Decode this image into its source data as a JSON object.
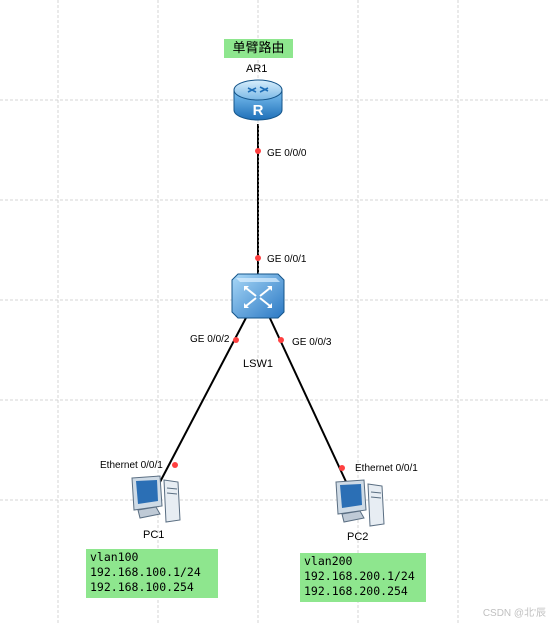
{
  "title": "单臂路由",
  "router": {
    "name": "AR1",
    "port": "GE 0/0/0"
  },
  "switch": {
    "name": "LSW1",
    "uplink_port": "GE 0/0/1",
    "left_port": "GE 0/0/2",
    "right_port": "GE 0/0/3"
  },
  "pc1": {
    "name": "PC1",
    "port": "Ethernet 0/0/1",
    "note": [
      "vlan100",
      "192.168.100.1/24",
      "192.168.100.254"
    ]
  },
  "pc2": {
    "name": "PC2",
    "port": "Ethernet 0/0/1",
    "note": [
      "vlan200",
      "192.168.200.1/24",
      "192.168.200.254"
    ]
  },
  "watermark": "CSDN @北'辰",
  "colors": {
    "note_bg": "#8ee68e",
    "port_dot": "#ff4040",
    "grid": "#d4d4d4"
  },
  "icons": {
    "router": "router-icon",
    "switch": "switch-icon",
    "pc": "pc-icon"
  }
}
